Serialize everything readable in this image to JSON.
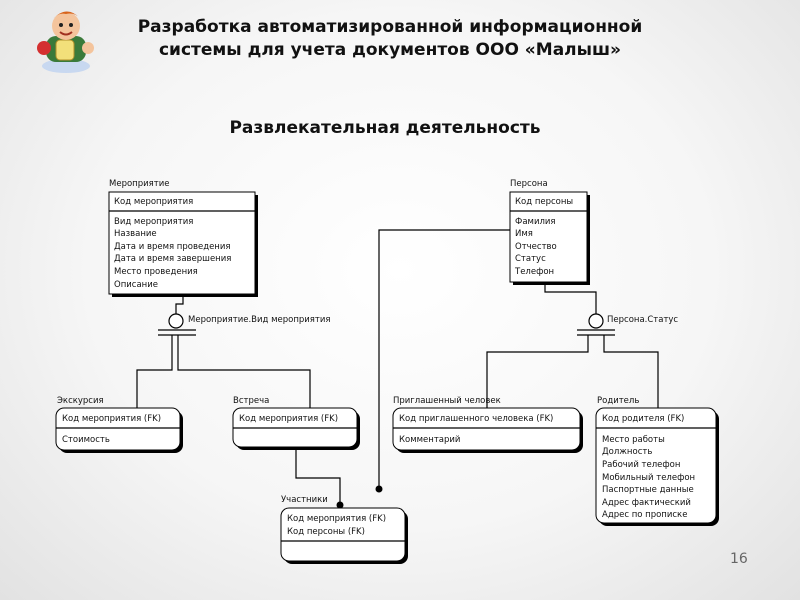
{
  "slide": {
    "title_line1": "Разработка автоматизированной информационной",
    "title_line2": "системы для учета документов ООО «Малыш»",
    "subtitle": "Развлекательная деятельность",
    "page_number": "16"
  },
  "entities": {
    "event": {
      "name": "Мероприятие",
      "key": "Код мероприятия",
      "attrs": [
        "Вид мероприятия",
        "Название",
        "Дата и время проведения",
        "Дата и время завершения",
        "Место проведения",
        "Описание"
      ]
    },
    "person": {
      "name": "Персона",
      "key": "Код персоны",
      "attrs": [
        "Фамилия",
        "Имя",
        "Отчество",
        "Статус",
        "Телефон"
      ]
    },
    "excursion": {
      "name": "Экскурсия",
      "key": "Код мероприятия (FK)",
      "attrs": [
        "Стоимость"
      ]
    },
    "meeting": {
      "name": "Встреча",
      "key": "Код мероприятия (FK)",
      "attrs": []
    },
    "guest": {
      "name": "Приглашенный человек",
      "key": "Код приглашенного человека (FK)",
      "attrs": [
        "Комментарий"
      ]
    },
    "parent": {
      "name": "Родитель",
      "key": "Код родителя (FK)",
      "attrs": [
        "Место работы",
        "Должность",
        "Рабочий телефон",
        "Мобильный телефон",
        "Паспортные данные",
        "Адрес фактический",
        "Адрес по прописке"
      ]
    },
    "participants": {
      "name": "Участники",
      "keys": [
        "Код мероприятия (FK)",
        "Код персоны (FK)"
      ],
      "attrs": []
    }
  },
  "discriminators": {
    "event_type": "Мероприятие.Вид мероприятия",
    "person_status": "Персона.Статус"
  },
  "icons": {
    "logo": "cartoon-boy-with-jar-logo"
  }
}
